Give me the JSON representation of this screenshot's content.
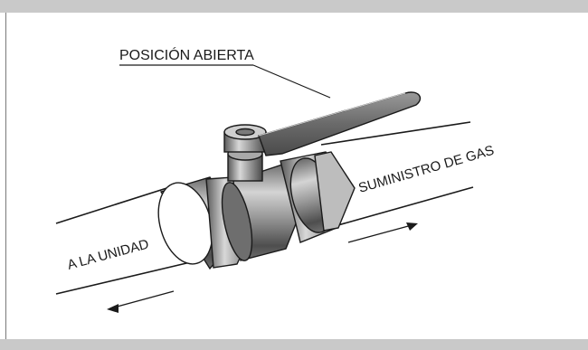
{
  "labels": {
    "open_position": "POSICIÓN ABIERTA",
    "gas_supply": "SUMINISTRO DE GAS",
    "to_unit": "A LA UNIDAD"
  },
  "colors": {
    "frame_bar": "#c9c9c9",
    "metal_dark": "#555555",
    "metal_mid": "#8f8f8f",
    "metal_light": "#d0d0d0",
    "line": "#1a1a1a"
  }
}
